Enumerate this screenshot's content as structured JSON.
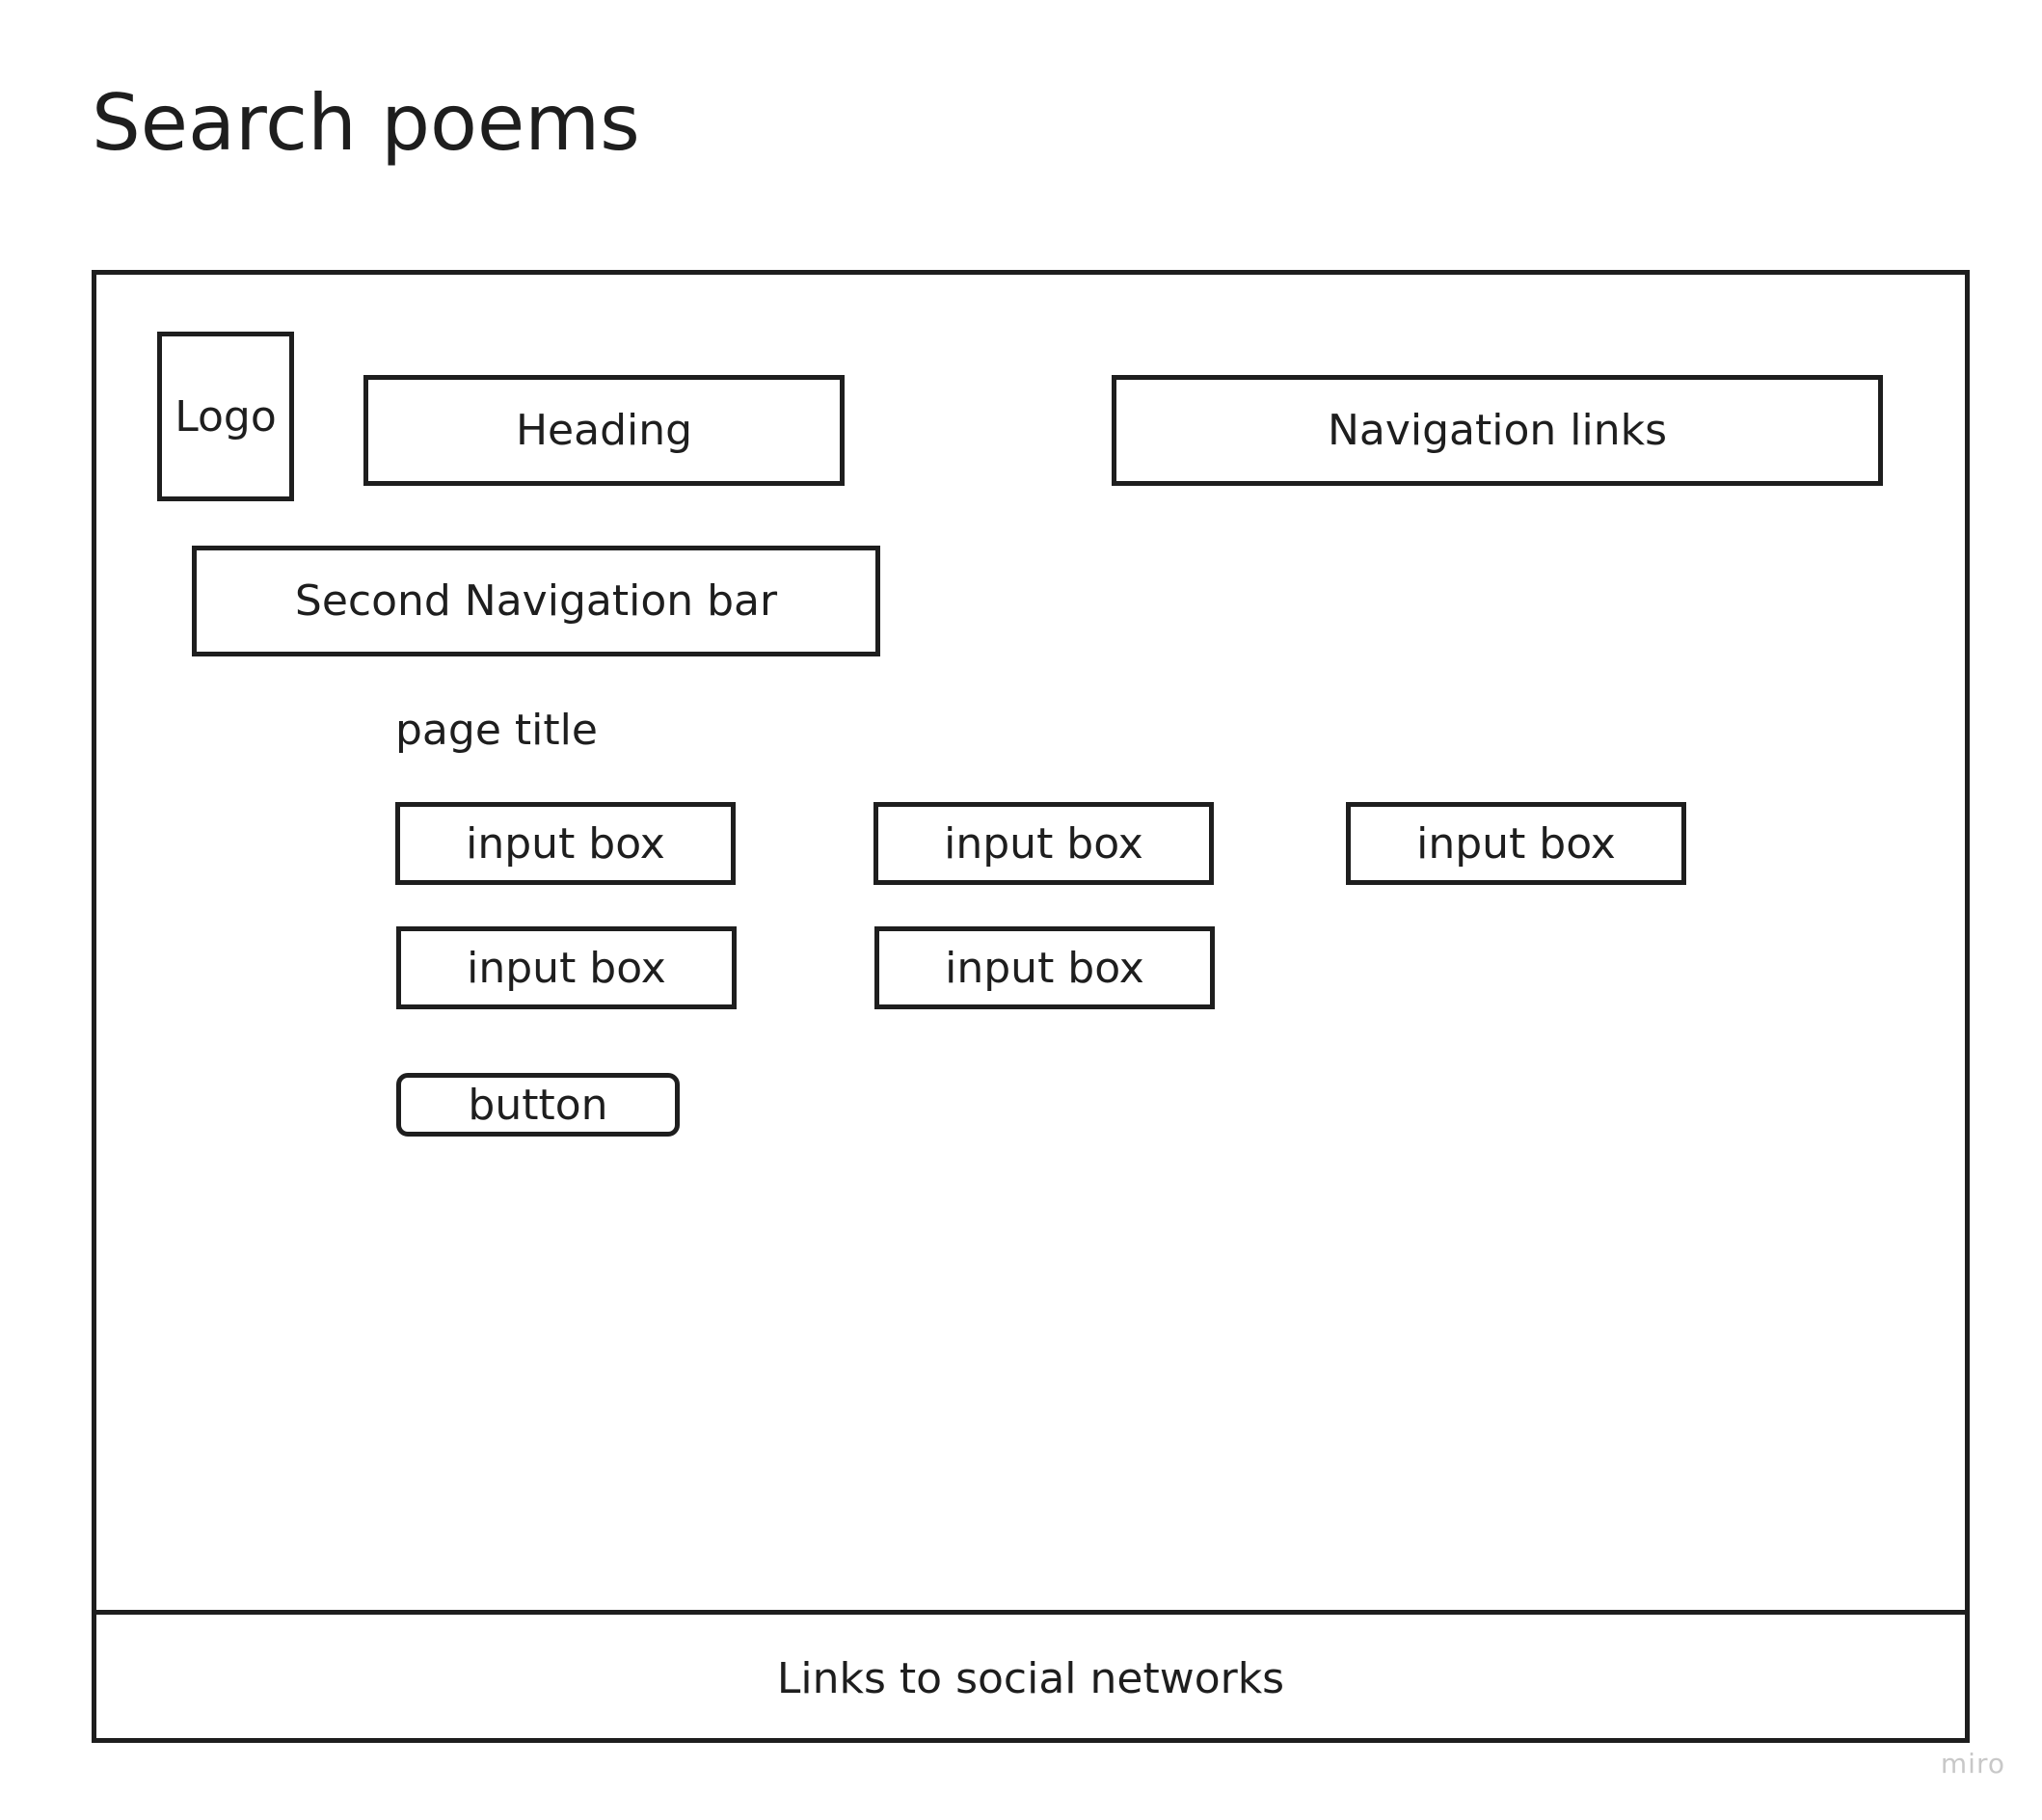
{
  "title": "Search poems",
  "wireframe": {
    "logo": "Logo",
    "heading": "Heading",
    "navigation_links": "Navigation links",
    "second_navigation_bar": "Second Navigation bar",
    "page_title": "page title",
    "input_boxes": [
      "input box",
      "input box",
      "input box",
      "input box",
      "input box"
    ],
    "button": "button",
    "footer": "Links to social networks"
  },
  "watermark": "miro"
}
